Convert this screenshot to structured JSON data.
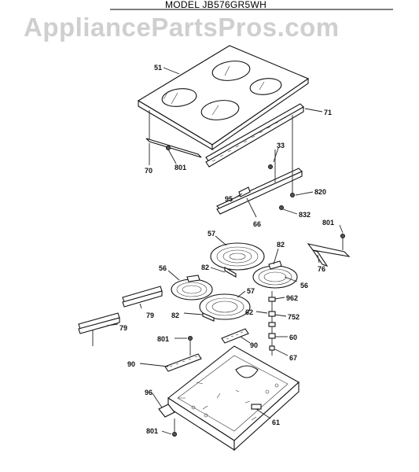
{
  "header": {
    "model_label": "MODEL",
    "model_number": "JB576GR5WH"
  },
  "watermark": "AppliancePartsPros.com",
  "callouts": [
    {
      "id": "c51",
      "text": "51"
    },
    {
      "id": "c71",
      "text": "71"
    },
    {
      "id": "c70",
      "text": "70"
    },
    {
      "id": "c801a",
      "text": "801"
    },
    {
      "id": "c33",
      "text": "33"
    },
    {
      "id": "c95",
      "text": "95"
    },
    {
      "id": "c820",
      "text": "820"
    },
    {
      "id": "c832",
      "text": "832"
    },
    {
      "id": "c66",
      "text": "66"
    },
    {
      "id": "c801b",
      "text": "801"
    },
    {
      "id": "c57a",
      "text": "57"
    },
    {
      "id": "c82a",
      "text": "82"
    },
    {
      "id": "c56a",
      "text": "56"
    },
    {
      "id": "c82b",
      "text": "82"
    },
    {
      "id": "c76",
      "text": "76"
    },
    {
      "id": "c56b",
      "text": "56"
    },
    {
      "id": "c57b",
      "text": "57"
    },
    {
      "id": "c962",
      "text": "962"
    },
    {
      "id": "c79a",
      "text": "79"
    },
    {
      "id": "c82c",
      "text": "82"
    },
    {
      "id": "c62",
      "text": "62"
    },
    {
      "id": "c752",
      "text": "752"
    },
    {
      "id": "c79b",
      "text": "79"
    },
    {
      "id": "c801c",
      "text": "801"
    },
    {
      "id": "c90a",
      "text": "90"
    },
    {
      "id": "c60",
      "text": "60"
    },
    {
      "id": "c67",
      "text": "67"
    },
    {
      "id": "c90b",
      "text": "90"
    },
    {
      "id": "c96",
      "text": "96"
    },
    {
      "id": "c61",
      "text": "61"
    },
    {
      "id": "c801d",
      "text": "801"
    }
  ]
}
